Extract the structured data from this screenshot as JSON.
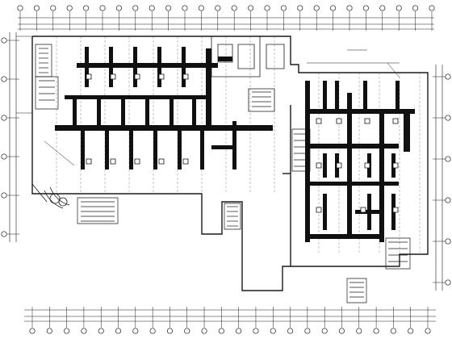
{
  "drawing": {
    "type": "hvac-floor-plan",
    "colors": {
      "background": "#ffffff",
      "line": "#1a1a1a",
      "duct": "#101010",
      "axis_bubble": "#1a1a1a"
    },
    "column_axis_count_top": 26,
    "column_axis_count_bottom": 24,
    "row_axis_count_left": 6,
    "row_axis_count_right": 6,
    "icons": [
      "axis-bubble-icon",
      "stair-icon",
      "duct-diffuser-icon"
    ]
  }
}
